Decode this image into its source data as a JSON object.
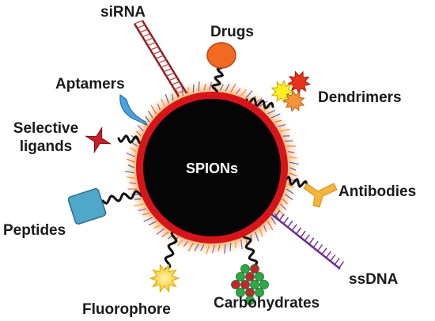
{
  "core": {
    "label": "SPIONs",
    "shell_color": "#d8141b",
    "core_color": "#050505"
  },
  "labels": {
    "sirna": "siRNA",
    "drugs": "Drugs",
    "aptamers": "Aptamers",
    "dendrimers": "Dendrimers",
    "selective_ligands_line1": "Selective",
    "selective_ligands_line2": "ligands",
    "antibodies": "Antibodies",
    "peptides": "Peptides",
    "ssdna": "ssDNA",
    "fluorophore": "Fluorophore",
    "carbohydrates": "Carbohydrates"
  },
  "colors": {
    "drug": "#f26a22",
    "sirna_strand": "#8b1a1a",
    "aptamer": "#4aa3e0",
    "dendrimer_yellow": "#ffee22",
    "dendrimer_red": "#e8321c",
    "dendrimer_orange": "#f4943a",
    "ligand": "#c8202a",
    "antibody": "#f5b53a",
    "peptide": "#4fa7c9",
    "ssdna": "#6a2c91",
    "fluorophore": "#ffd23a",
    "carbohydrate_green": "#2fa846",
    "carbohydrate_red": "#c0282b"
  }
}
